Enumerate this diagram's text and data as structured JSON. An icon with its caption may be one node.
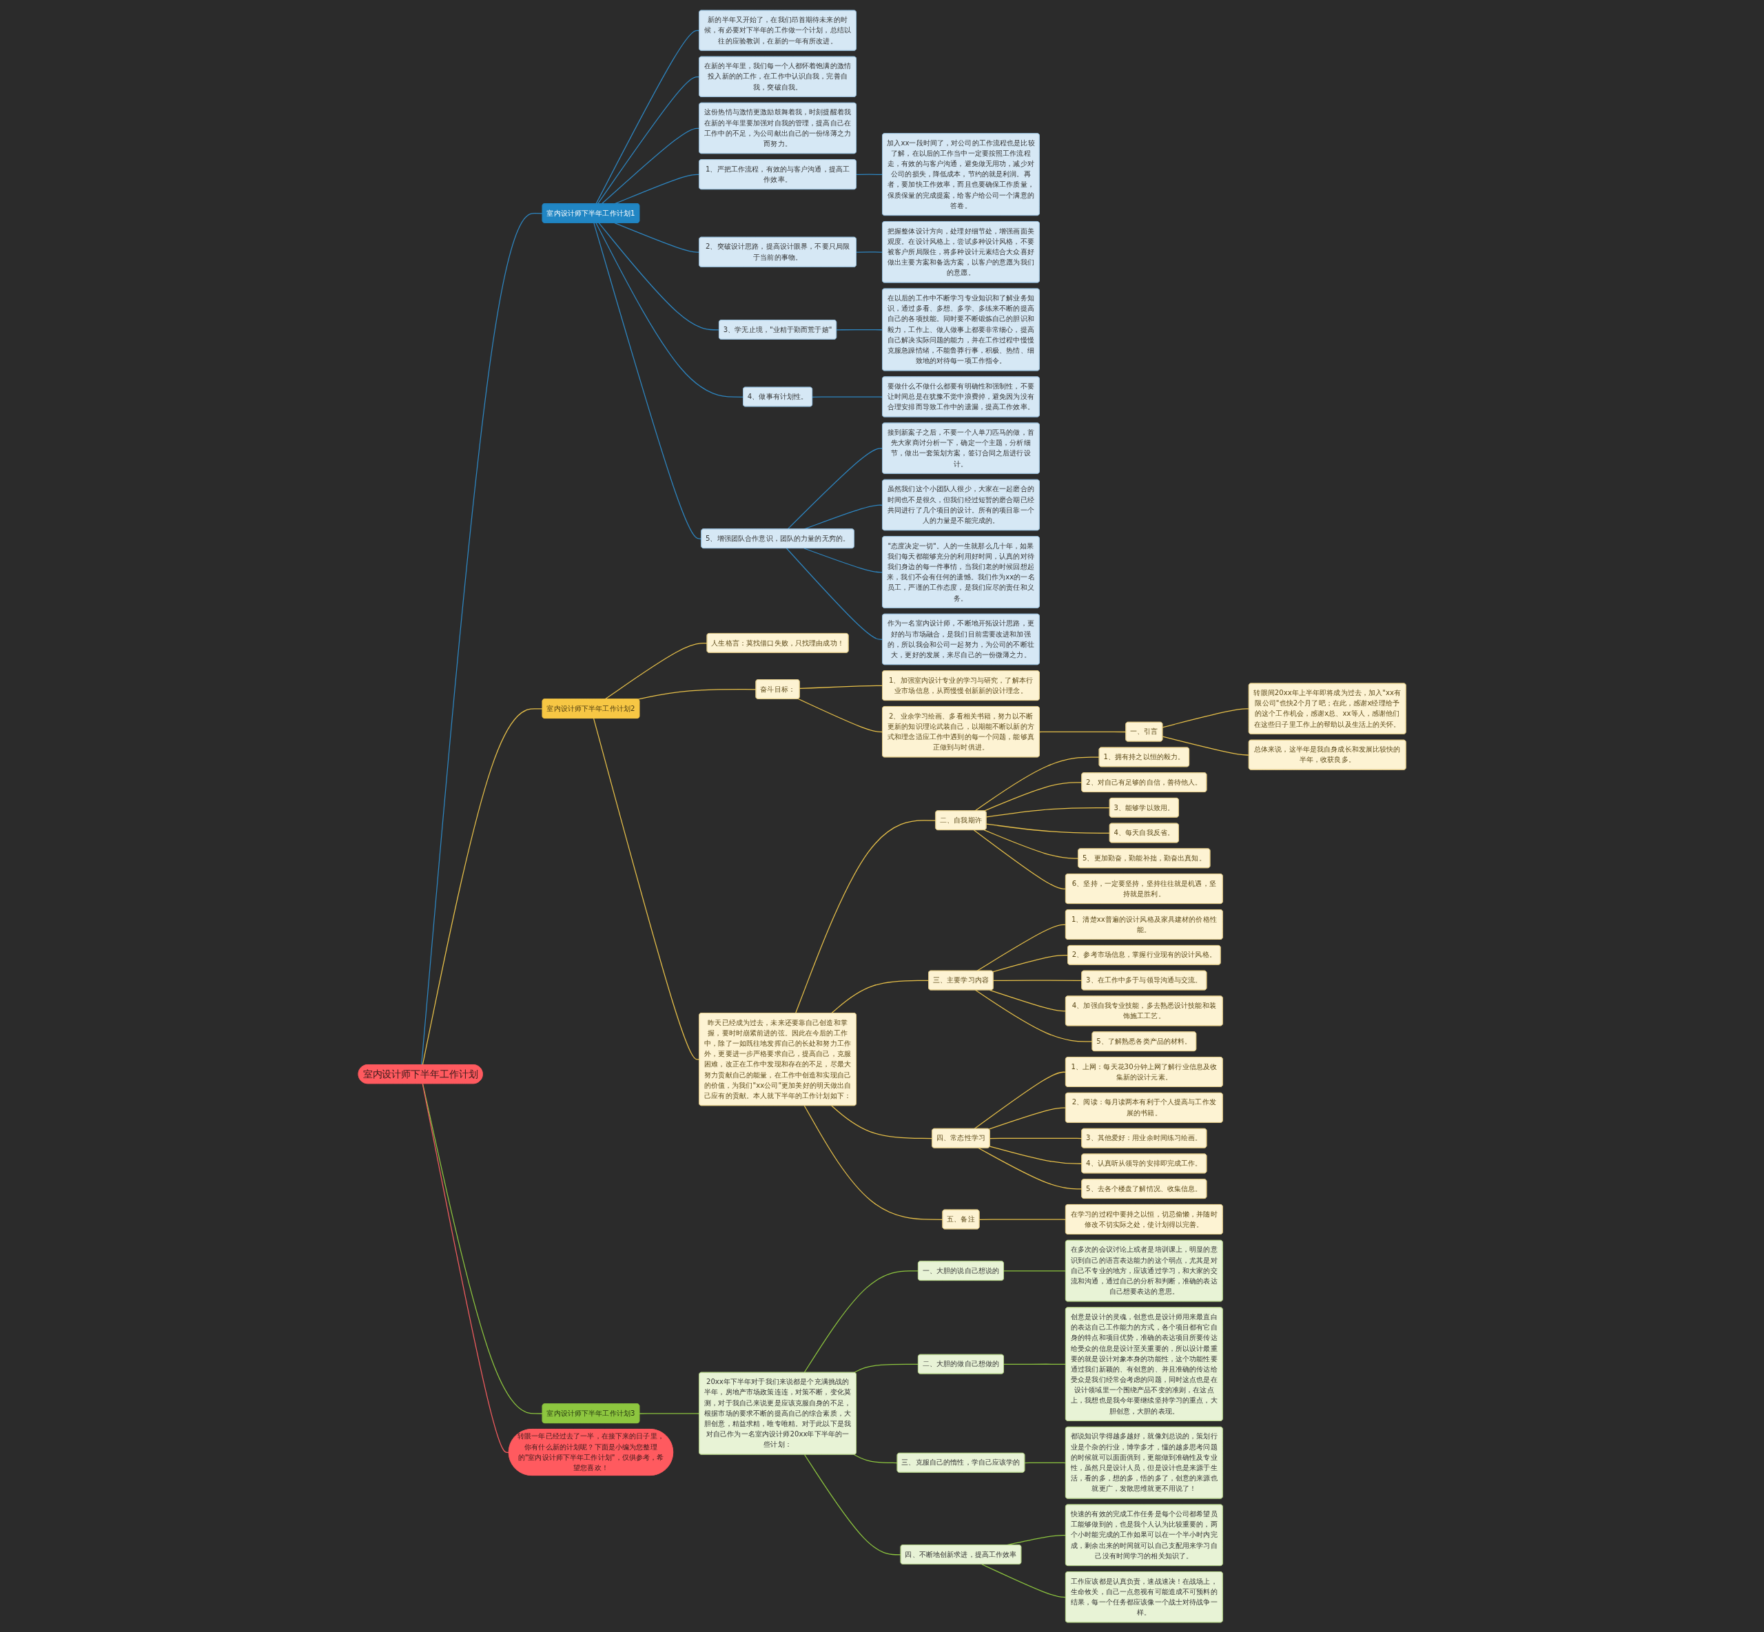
{
  "diagram": {
    "nodes": [
      {
        "text": [
          "室内设计师下半年工作计划"
        ]
      },
      {
        "text": [
          "转眼一年已经过去了一半，在接下来的日子里，你有什么新的计划呢？下面是小编为您整理的\"室内设计师下半年工作计划\"，仅供参考，希望您喜欢！"
        ]
      },
      {
        "text": [
          "室内设计师下半年工作计划1"
        ]
      },
      {
        "text": [
          "新的半年又开始了，在我们昂首期待未来的时候，有必要对下半年的工作做一个计划，总结以往的应验教训，在新的一年有所改进。"
        ]
      },
      {
        "text": [
          "在新的半年里，我们每一个人都怀着饱满的激情投入新的的工作，在工作中认识自我，完善自我，突破自我。"
        ]
      },
      {
        "text": [
          "这份热情与激情更激励鼓舞着我，时刻提醒着我在新的半年里要加强对自我的管理，提高自己在工作中的不足，为公司献出自己的一份绵薄之力而努力。"
        ]
      },
      {
        "text": [
          "1、严把工作流程，有效的与客户沟通，提高工作效率。"
        ]
      },
      {
        "text": [
          "加入xx一段时间了，对公司的工作流程也是比较了解，在以后的工作当中一定要按照工作流程走，有效的与客户沟通，避免做无用功，减少对公司的损失，降低成本，节约的就是利润。再者，要加快工作效率，而且也要确保工作质量，保质保量的完成提案，给客户给公司一个满意的答卷。"
        ]
      },
      {
        "text": [
          "2、突破设计思路，提高设计眼界，不要只局限于当前的事物。"
        ]
      },
      {
        "text": [
          "把握整体设计方向，处理好细节处，增强画面美观度。在设计风格上，尝试多种设计风格，不要被客户所局限住，将多种设计元素结合大众喜好做出主要方案和备选方案，以客户的意愿为我们的意愿。"
        ]
      },
      {
        "text": [
          "3、学无止境，\"业精于勤而荒于嬉\""
        ]
      },
      {
        "text": [
          "在以后的工作中不断学习专业知识和了解业务知识，通过多看、多想、多学、多练来不断的提高自己的各项技能。同时要不断锻炼自己的胆识和毅力，工作上、做人做事上都要非常细心，提高自己解决实际问题的能力，并在工作过程中慢慢克服急躁情绪，不能鲁莽行事，积极、热情、细致地的对待每一项工作指令。"
        ]
      },
      {
        "text": [
          "4、做事有计划性。"
        ]
      },
      {
        "text": [
          "要做什么不做什么都要有明确性和强制性，不要让时间总是在犹豫不觉中浪费掉，避免因为没有合理安排而导致工作中的遗漏，提高工作效率。"
        ]
      },
      {
        "text": [
          "5、增强团队合作意识，团队的力量的无穷的。"
        ]
      },
      {
        "text": [
          "接到新案子之后，不要一个人单刀匹马的做，首先大家商讨分析一下，确定一个主题，分析细节，做出一套策划方案，签订合同之后进行设计。"
        ]
      },
      {
        "text": [
          "虽然我们这个小团队人很少，大家在一起磨合的时间也不是很久，但我们经过短暂的磨合期已经共同进行了几个项目的设计。所有的项目靠一个人的力量是不能完成的。"
        ]
      },
      {
        "text": [
          "\"态度决定一切\"。人的一生就那么几十年，如果我们每天都能够充分的利用好时间，认真的对待我们身边的每一件事情，当我们老的时候回想起来，我们不会有任何的遗憾。我们作为xx的一名员工，严谨的工作态度，是我们应尽的责任和义务。"
        ]
      },
      {
        "text": [
          "作为一名室内设计师，不断地开拓设计思路，更好的与市场融合，是我们目前需要改进和加强的，所以我会和公司一起努力，为公司的不断壮大，更好的发展，来尽自己的一份微薄之力。"
        ]
      },
      {
        "text": [
          "室内设计师下半年工作计划2"
        ]
      },
      {
        "text": [
          "人生格言：莫找借口失败，只找理由成功！"
        ]
      },
      {
        "text": [
          "奋斗目标："
        ]
      },
      {
        "text": [
          "1、加强室内设计专业的学习与研究，了解本行业市场信息，从而慢慢创新新的设计理念。"
        ]
      },
      {
        "text": [
          "2、业余学习绘画、多看相关书籍，努力以不断更新的知识理论武装自己，以期能不断以新的方式和理念适应工作中遇到的每一个问题，能够真正做到与时俱进。"
        ]
      },
      {
        "text": [
          "一、引言"
        ]
      },
      {
        "text": [
          "转眼间20xx年上半年即将成为过去，加入\"xx有限公司\"也快2个月了吧；在此，感谢x经理给予的这个工作机会，感谢x总、xx等人，感谢他们在这些日子里工作上的帮助以及生活上的关怀。"
        ]
      },
      {
        "text": [
          "总体来说，这半年是我自身成长和发展比较快的半年，收获良多。"
        ]
      },
      {
        "text": [
          "昨天已经成为过去，未来还要靠自己创造和掌握，要时时崩紧前进的弦。因此在今后的工作中，除了一如既往地发挥自己的长处和努力工作外，更要进一步严格要求自己，提高自己，克服困难，改正在工作中发现和存在的不足，尽最大努力贡献自己的能量，在工作中创造和实现自己的价值，为我们\"xx公司\"更加美好的明天做出自己应有的贡献。本人就下半年的工作计划如下："
        ]
      },
      {
        "text": [
          "二、自我期许"
        ]
      },
      {
        "text": [
          "1、拥有持之以恒的毅力。"
        ]
      },
      {
        "text": [
          "2、对自己有足够的自信，善待他人。"
        ]
      },
      {
        "text": [
          "3、能够学以致用。"
        ]
      },
      {
        "text": [
          "4、每天自我反省。"
        ]
      },
      {
        "text": [
          "5、更加勤奋，勤能补拙，勤奋出真知。"
        ]
      },
      {
        "text": [
          "6、坚持，一定要坚持，坚持往往就是机遇，坚持就是胜利。"
        ]
      },
      {
        "text": [
          "三、主要学习内容"
        ]
      },
      {
        "text": [
          "1、清楚xx普遍的设计风格及家具建材的价格性能。"
        ]
      },
      {
        "text": [
          "2、参考市场信息，掌握行业现有的设计风格。"
        ]
      },
      {
        "text": [
          "3、在工作中多于与领导沟通与交流。"
        ]
      },
      {
        "text": [
          "4、加强自我专业技能，多去熟悉设计技能和装饰施工工艺。"
        ]
      },
      {
        "text": [
          "5、了解熟悉各类产品的材料。"
        ]
      },
      {
        "text": [
          "四、常态性学习"
        ]
      },
      {
        "text": [
          "1、上网：每天花30分钟上网了解行业信息及收集新的设计元素。"
        ]
      },
      {
        "text": [
          "2、阅读：每月读两本有利于个人提高与工作发展的书籍。"
        ]
      },
      {
        "text": [
          "3、其他爱好：用业余时间练习绘画。"
        ]
      },
      {
        "text": [
          "4、认真听从领导的安排即完成工作。"
        ]
      },
      {
        "text": [
          "5、去各个楼盘了解情况、收集信息。"
        ]
      },
      {
        "text": [
          "五、备注"
        ]
      },
      {
        "text": [
          "在学习的过程中要持之以恒，切忌偷懒，并随时修改不切实际之处，使计划得以完善。"
        ]
      },
      {
        "text": [
          "室内设计师下半年工作计划3"
        ]
      },
      {
        "text": [
          "20xx年下半年对于我们来说都是个充满挑战的半年，房地产市场政策连连，对策不断，变化莫测，对于我自己来说更是应该克服自身的不足，根据市场的要求不断的提高自己的综合素质，大胆创意，精益求精，唯专唯精。对于此以下是我对自己作为一名室内设计师20xx年下半年的一些计划："
        ]
      },
      {
        "text": [
          "一、大胆的说自己想说的"
        ]
      },
      {
        "text": [
          "在多次的会议讨论上或者是培训课上，明显的意识到自己的语言表达能力的这个弱点，尤其是对自己不专业的地方，应该通过学习，和大家的交流和沟通，通过自己的分析和判断，准确的表达自己想要表达的意思。"
        ]
      },
      {
        "text": [
          "二、大胆的做自己想做的"
        ]
      },
      {
        "text": [
          "创意是设计的灵魂，创意也是设计师用来最直白的表达自己工作能力的方式，各个项目都有它自身的特点和项目优势，准确的表达项目所要传达给受众的信息是设计至关重要的，所以设计最重要的就是设计对象本身的功能性，这个功能性要通过我们新颖的、有创意的、并且准确的传达给受众是我们经常会考虑的问题，同时这点也是在设计领域里一个围绕产品不变的准则，在这点上，我想也是我今年要继续坚持学习的重点，大胆创意，大胆的表现。"
        ]
      },
      {
        "text": [
          "三、克服自己的惰性，学自己应该学的"
        ]
      },
      {
        "text": [
          "都说知识学得越多越好，就像刘总说的，策划行业是个杂的行业，博学多才，懂的越多思考问题的时候就可以面面俱到，更能做到准确性及专业性，虽然只是设计人员，但是设计也是来源于生活，看的多，想的多，悟的多了，创意的来源也就更广，发散思维就更不用说了！"
        ]
      },
      {
        "text": [
          "四、不断地创新求进，提高工作效率"
        ]
      },
      {
        "text": [
          "快速的有效的完成工作任务是每个公司都希望员工能够做到的，也是我个人认为比较重要的，两个小时能完成的工作如果可以在一个半小时内完成，剩余出来的时间就可以自己支配用来学习自己没有时间学习的相关知识了。"
        ]
      },
      {
        "text": [
          "工作应该都是认真负责，速战速决！在战场上，生命攸关，自己一点忽视有可能造成不可预料的结果，每一个任务都应该像一个战士对待战争一样。"
        ]
      }
    ],
    "edges": [
      {
        "from": 0,
        "to": 2,
        "arrow": "none",
        "color": "#2e86c1"
      },
      {
        "from": 2,
        "to": 3,
        "arrow": "none",
        "color": "#2e86c1"
      },
      {
        "from": 2,
        "to": 4,
        "arrow": "none",
        "color": "#2e86c1"
      },
      {
        "from": 2,
        "to": 5,
        "arrow": "none",
        "color": "#2e86c1"
      },
      {
        "from": 2,
        "to": 6,
        "arrow": "none",
        "color": "#2e86c1"
      },
      {
        "from": 6,
        "to": 7,
        "arrow": "none",
        "color": "#2e86c1"
      },
      {
        "from": 2,
        "to": 8,
        "arrow": "none",
        "color": "#2e86c1"
      },
      {
        "from": 8,
        "to": 9,
        "arrow": "none",
        "color": "#2e86c1"
      },
      {
        "from": 2,
        "to": 10,
        "arrow": "none",
        "color": "#2e86c1"
      },
      {
        "from": 10,
        "to": 11,
        "arrow": "none",
        "color": "#2e86c1"
      },
      {
        "from": 2,
        "to": 12,
        "arrow": "none",
        "color": "#2e86c1"
      },
      {
        "from": 12,
        "to": 13,
        "arrow": "none",
        "color": "#2e86c1"
      },
      {
        "from": 2,
        "to": 14,
        "arrow": "none",
        "color": "#2e86c1"
      },
      {
        "from": 14,
        "to": 15,
        "arrow": "none",
        "color": "#2e86c1"
      },
      {
        "from": 14,
        "to": 16,
        "arrow": "none",
        "color": "#2e86c1"
      },
      {
        "from": 14,
        "to": 17,
        "arrow": "none",
        "color": "#2e86c1"
      },
      {
        "from": 14,
        "to": 18,
        "arrow": "none",
        "color": "#2e86c1"
      },
      {
        "from": 0,
        "to": 19,
        "arrow": "none"
      },
      {
        "from": 19,
        "to": 20,
        "arrow": "none"
      },
      {
        "from": 19,
        "to": 21,
        "arrow": "none"
      },
      {
        "from": 21,
        "to": 22,
        "arrow": "none"
      },
      {
        "from": 21,
        "to": 23,
        "arrow": "none"
      },
      {
        "from": 23,
        "to": 24,
        "arrow": "none"
      },
      {
        "from": 24,
        "to": 25,
        "arrow": "none"
      },
      {
        "from": 24,
        "to": 26,
        "arrow": "none"
      },
      {
        "from": 19,
        "to": 27,
        "arrow": "none"
      },
      {
        "from": 27,
        "to": 28,
        "arrow": "none"
      },
      {
        "from": 28,
        "to": 29,
        "arrow": "none"
      },
      {
        "from": 28,
        "to": 30,
        "arrow": "none"
      },
      {
        "from": 28,
        "to": 31,
        "arrow": "none"
      },
      {
        "from": 28,
        "to": 32,
        "arrow": "none"
      },
      {
        "from": 28,
        "to": 33,
        "arrow": "none"
      },
      {
        "from": 28,
        "to": 34,
        "arrow": "none"
      },
      {
        "from": 27,
        "to": 35,
        "arrow": "none"
      },
      {
        "from": 35,
        "to": 36,
        "arrow": "none"
      },
      {
        "from": 35,
        "to": 37,
        "arrow": "none"
      },
      {
        "from": 35,
        "to": 38,
        "arrow": "none"
      },
      {
        "from": 35,
        "to": 39,
        "arrow": "none"
      },
      {
        "from": 35,
        "to": 40,
        "arrow": "none"
      },
      {
        "from": 27,
        "to": 41,
        "arrow": "none"
      },
      {
        "from": 41,
        "to": 42,
        "arrow": "none"
      },
      {
        "from": 41,
        "to": 43,
        "arrow": "none"
      },
      {
        "from": 41,
        "to": 44,
        "arrow": "none"
      },
      {
        "from": 41,
        "to": 45,
        "arrow": "none"
      },
      {
        "from": 41,
        "to": 46,
        "arrow": "none"
      },
      {
        "from": 27,
        "to": 47,
        "arrow": "none"
      },
      {
        "from": 47,
        "to": 48,
        "arrow": "none"
      },
      {
        "from": 0,
        "to": 49,
        "arrow": "none",
        "color": "#8dc63f"
      },
      {
        "from": 49,
        "to": 50,
        "arrow": "none",
        "color": "#8dc63f"
      },
      {
        "from": 50,
        "to": 51,
        "arrow": "none",
        "color": "#8dc63f"
      },
      {
        "from": 51,
        "to": 52,
        "arrow": "none",
        "color": "#8dc63f"
      },
      {
        "from": 50,
        "to": 53,
        "arrow": "none",
        "color": "#8dc63f"
      },
      {
        "from": 53,
        "to": 54,
        "arrow": "none",
        "color": "#8dc63f"
      },
      {
        "from": 50,
        "to": 55,
        "arrow": "none",
        "color": "#8dc63f"
      },
      {
        "from": 55,
        "to": 56,
        "arrow": "none",
        "color": "#8dc63f"
      },
      {
        "from": 50,
        "to": 57,
        "arrow": "none",
        "color": "#8dc63f"
      },
      {
        "from": 57,
        "to": 58,
        "arrow": "none",
        "color": "#8dc63f"
      },
      {
        "from": 57,
        "to": 59,
        "arrow": "none",
        "color": "#8dc63f"
      },
      {
        "from": 0,
        "to": 1,
        "arrow": "none",
        "color": "#f25c5f"
      }
    ]
  }
}
